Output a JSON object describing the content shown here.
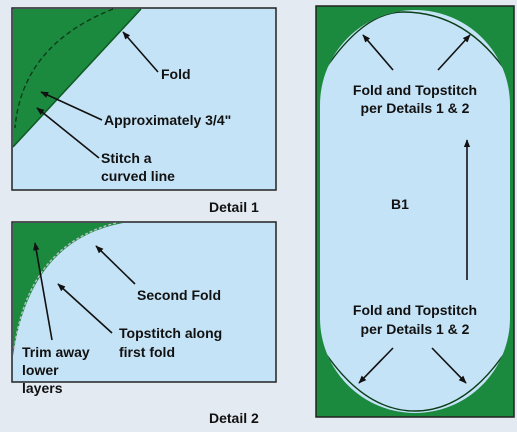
{
  "colors": {
    "background": "#e4eaf2",
    "fabric_light": "#c5e3f6",
    "fabric_green": "#1b8a3e",
    "outline": "#222222",
    "arrow": "#111111",
    "topstitch": "#b8c0c8"
  },
  "detail1": {
    "caption": "Detail 1",
    "label_fold": "Fold",
    "label_approx": "Approximately 3/4\"",
    "label_stitch_line1": "Stitch a",
    "label_stitch_line2": "curved line"
  },
  "detail2": {
    "caption": "Detail 2",
    "label_second_fold": "Second Fold",
    "label_topstitch_line1": "Topstitch along",
    "label_topstitch_line2": "first fold",
    "label_trim_line1": "Trim away",
    "label_trim_line2": "lower",
    "label_trim_line3": "layers"
  },
  "panel_b1": {
    "title": "B1",
    "top_note_line1": "Fold and Topstitch",
    "top_note_line2": "per Details 1 & 2",
    "bottom_note_line1": "Fold and Topstitch",
    "bottom_note_line2": "per Details 1 & 2"
  }
}
